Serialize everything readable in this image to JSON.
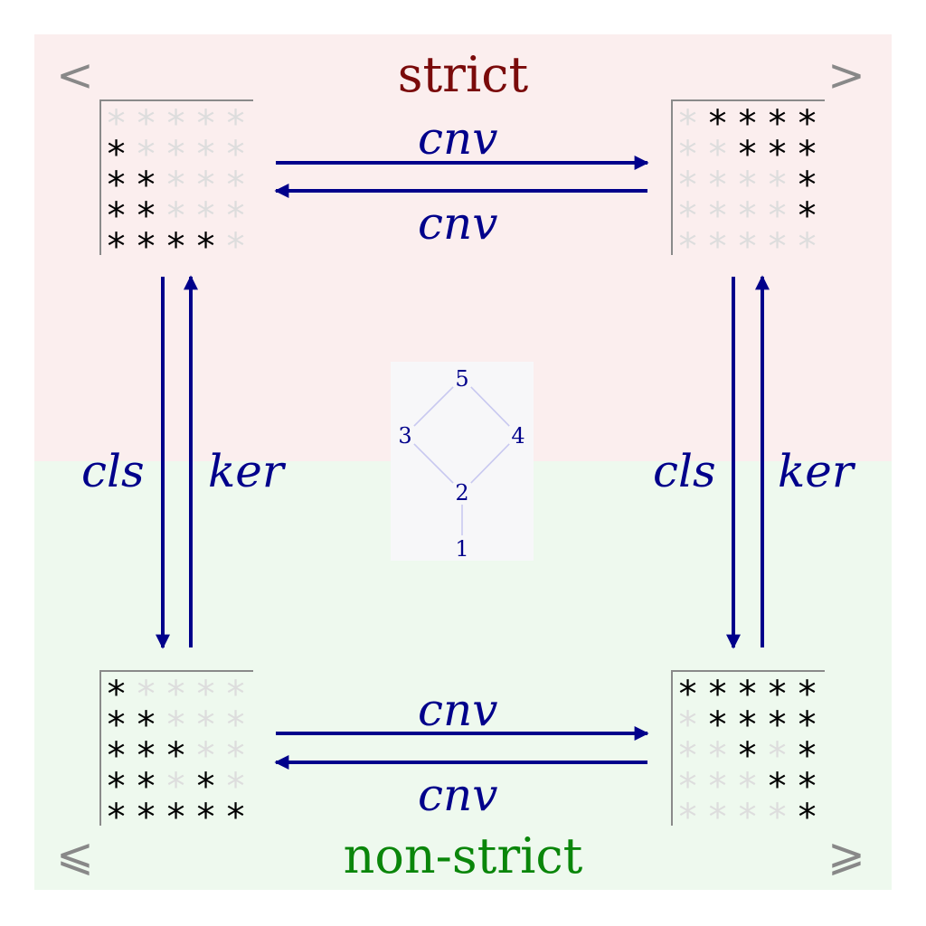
{
  "colors": {
    "strict_bg": "#fbeeee",
    "nonstrict_bg": "#eef9ee",
    "strict_title": "#7a0a0a",
    "nonstrict_title": "#0a860a",
    "arrow": "#00008b",
    "lattice_line": "#c8c8f0",
    "star_on": "#000000",
    "star_off": "#dddddd"
  },
  "regions": {
    "strict": {
      "title": "strict",
      "corner_left": "<",
      "corner_right": ">"
    },
    "nonstrict": {
      "title": "non-strict",
      "corner_left": "⩽",
      "corner_right": "⩾"
    }
  },
  "matrices": {
    "top_left": [
      [
        0,
        0,
        0,
        0,
        0
      ],
      [
        1,
        0,
        0,
        0,
        0
      ],
      [
        1,
        1,
        0,
        0,
        0
      ],
      [
        1,
        1,
        0,
        0,
        0
      ],
      [
        1,
        1,
        1,
        1,
        0
      ]
    ],
    "top_right": [
      [
        0,
        1,
        1,
        1,
        1
      ],
      [
        0,
        0,
        1,
        1,
        1
      ],
      [
        0,
        0,
        0,
        0,
        1
      ],
      [
        0,
        0,
        0,
        0,
        1
      ],
      [
        0,
        0,
        0,
        0,
        0
      ]
    ],
    "bottom_left": [
      [
        1,
        0,
        0,
        0,
        0
      ],
      [
        1,
        1,
        0,
        0,
        0
      ],
      [
        1,
        1,
        1,
        0,
        0
      ],
      [
        1,
        1,
        0,
        1,
        0
      ],
      [
        1,
        1,
        1,
        1,
        1
      ]
    ],
    "bottom_right": [
      [
        1,
        1,
        1,
        1,
        1
      ],
      [
        0,
        1,
        1,
        1,
        1
      ],
      [
        0,
        0,
        1,
        0,
        1
      ],
      [
        0,
        0,
        0,
        1,
        1
      ],
      [
        0,
        0,
        0,
        0,
        1
      ]
    ],
    "star_glyph": "*"
  },
  "arrows": {
    "top_forward": "cnv",
    "top_backward": "cnv",
    "bottom_forward": "cnv",
    "bottom_backward": "cnv",
    "left_down": "cls",
    "left_up": "ker",
    "right_down": "cls",
    "right_up": "ker"
  },
  "lattice": {
    "nodes": [
      {
        "id": "5",
        "label": "5"
      },
      {
        "id": "3",
        "label": "3"
      },
      {
        "id": "4",
        "label": "4"
      },
      {
        "id": "2",
        "label": "2"
      },
      {
        "id": "1",
        "label": "1"
      }
    ],
    "edges": [
      [
        "5",
        "3"
      ],
      [
        "5",
        "4"
      ],
      [
        "3",
        "2"
      ],
      [
        "4",
        "2"
      ],
      [
        "2",
        "1"
      ]
    ]
  }
}
